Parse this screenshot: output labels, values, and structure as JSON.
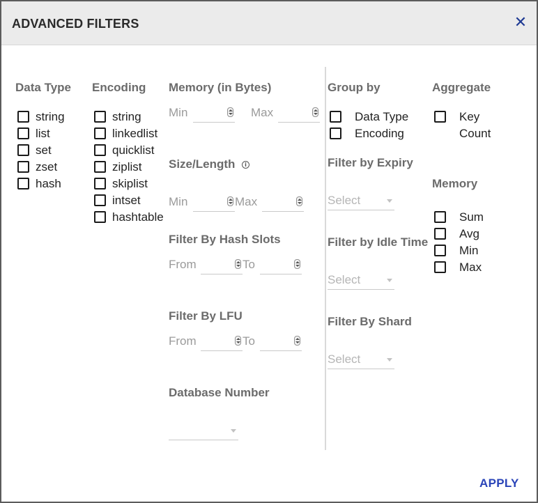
{
  "dialog": {
    "title": "ADVANCED FILTERS",
    "close_icon": "close-icon",
    "apply_label": "APPLY"
  },
  "data_type": {
    "heading": "Data Type",
    "options": [
      "string",
      "list",
      "set",
      "zset",
      "hash"
    ]
  },
  "encoding": {
    "heading": "Encoding",
    "options": [
      "string",
      "linkedlist",
      "quicklist",
      "ziplist",
      "skiplist",
      "intset",
      "hashtable"
    ]
  },
  "memory_bytes": {
    "heading": "Memory (in Bytes)",
    "min_label": "Min",
    "max_label": "Max"
  },
  "size_length": {
    "heading": "Size/Length",
    "info_icon": "info-icon",
    "info_glyph": "i",
    "min_label": "Min",
    "max_label": "Max"
  },
  "hash_slots": {
    "heading": "Filter By Hash Slots",
    "from_label": "From",
    "to_label": "To"
  },
  "lfu": {
    "heading": "Filter By LFU",
    "from_label": "From",
    "to_label": "To"
  },
  "database_number": {
    "heading": "Database Number",
    "selected": ""
  },
  "group_by": {
    "heading": "Group by",
    "options": [
      "Data Type",
      "Encoding"
    ]
  },
  "expiry": {
    "heading": "Filter by Expiry",
    "placeholder": "Select"
  },
  "idle_time": {
    "heading": "Filter by Idle Time",
    "placeholder": "Select"
  },
  "shard": {
    "heading": "Filter By Shard",
    "placeholder": "Select"
  },
  "aggregate": {
    "heading": "Aggregate",
    "key_label": "Key",
    "count_label": "Count"
  },
  "memory_agg": {
    "heading": "Memory",
    "options": [
      "Sum",
      "Avg",
      "Min",
      "Max"
    ]
  }
}
